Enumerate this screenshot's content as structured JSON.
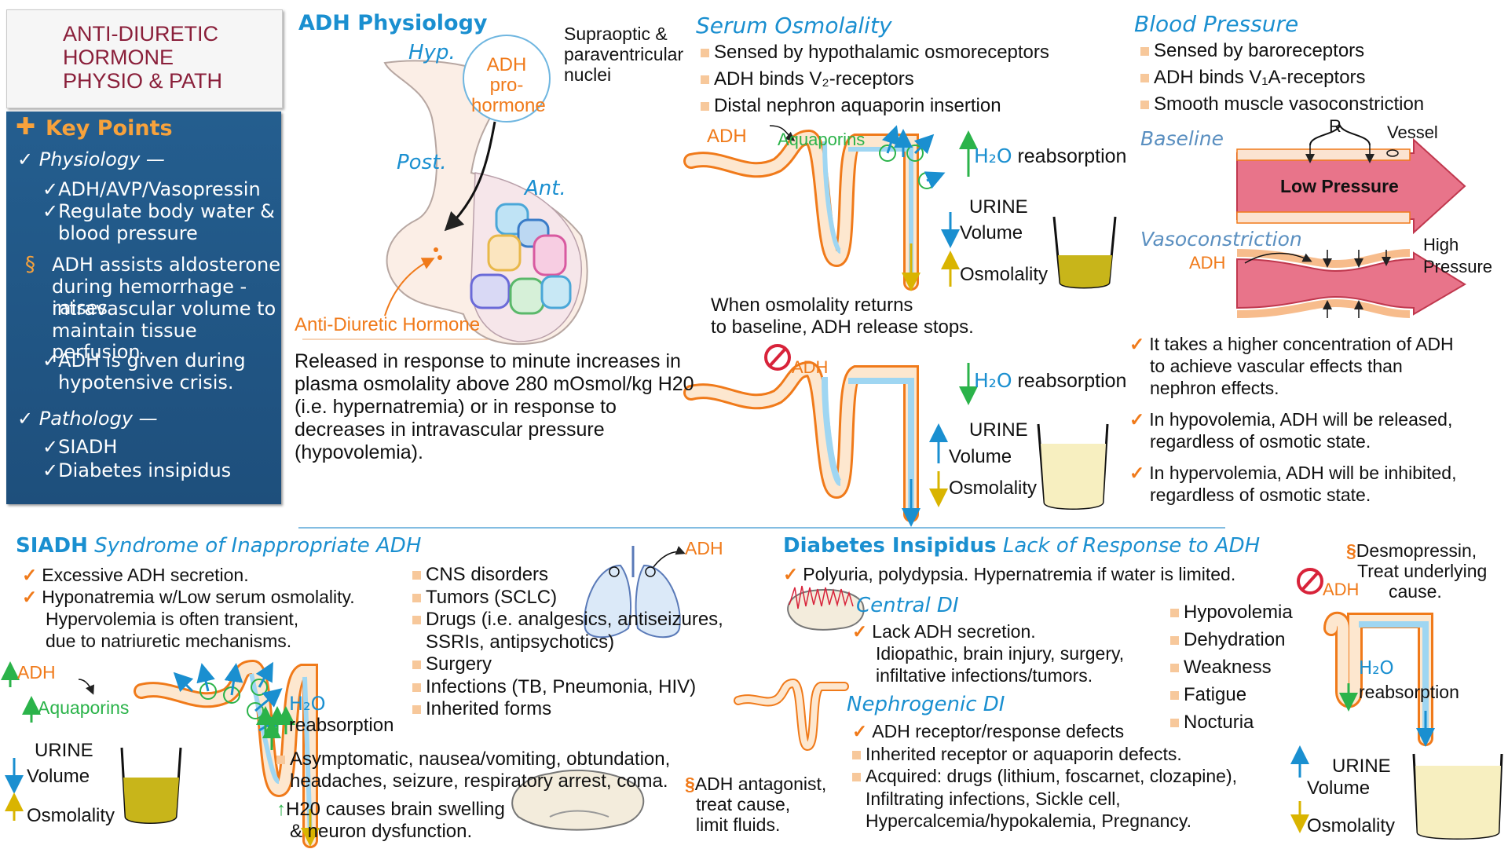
{
  "title": {
    "line1": "ANTI-DIURETIC",
    "line2": "HORMONE",
    "line3": "PHYSIO & PATH"
  },
  "key_points": {
    "heading": "Key Points",
    "physiology": "Physiology —",
    "p1": "ADH/AVP/Vasopressin",
    "p2a": "Regulate body water &",
    "p2b": "blood pressure",
    "p3a": "ADH assists aldosterone",
    "p3b": "during hemorrhage - raises",
    "p3c": "intravascular volume to",
    "p3d": "maintain tissue perfusion.",
    "p4a": "ADH is given during",
    "p4b": "hypotensive crisis.",
    "pathology": "Pathology —",
    "q1": "SIADH",
    "q2": "Diabetes insipidus"
  },
  "physiology": {
    "heading": "ADH Physiology",
    "hyp": "Hyp.",
    "post": "Post.",
    "ant": "Ant.",
    "prohormone1": "ADH pro-",
    "prohormone2": "hormone",
    "nuclei1": "Supraoptic &",
    "nuclei2": "paraventricular",
    "nuclei3": "nuclei",
    "adh_label": "Anti-Diuretic Hormone",
    "release1": "Released in response to minute increases in",
    "release2": "plasma osmolality above 280 mOsmol/kg H20",
    "release3": "(i.e. hypernatremia) or in response to",
    "release4": "decreases in intravascular pressure",
    "release5": "(hypovolemia)."
  },
  "serum": {
    "heading": "Serum Osmolality",
    "b1": "Sensed by hypothalamic osmoreceptors",
    "b2": "ADH binds V₂-receptors",
    "b3": "Distal nephron aquaporin insertion",
    "adh": "ADH",
    "aquaporins": "Aquaporins",
    "h2o": "H₂O",
    "reabsorption": "reabsorption",
    "urine": "URINE",
    "volume": "Volume",
    "osmolality": "Osmolality",
    "returns1": "When osmolality returns",
    "returns2": "to baseline, ADH release stops.",
    "adh2": "ADH",
    "h2o2": "H₂O",
    "reabsorption2": "reabsorption",
    "urine2": "URINE",
    "volume2": "Volume",
    "osmolality2": "Osmolality"
  },
  "bp": {
    "heading": "Blood Pressure",
    "b1": "Sensed by baroreceptors",
    "b2": "ADH binds V₁A-receptors",
    "b3": "Smooth muscle vasoconstriction",
    "baseline": "Baseline",
    "r": "R",
    "vessel": "Vessel",
    "low": "Low Pressure",
    "vasoconstriction": "Vasoconstriction",
    "adh": "ADH",
    "high1": "High",
    "high2": "Pressure",
    "n1a": "It takes a higher concentration of ADH",
    "n1b": "to achieve vascular effects than",
    "n1c": "nephron effects.",
    "n2a": "In hypovolemia, ADH will be released,",
    "n2b": "regardless of osmotic state.",
    "n3a": "In hypervolemia, ADH will be inhibited,",
    "n3b": "regardless of osmotic state."
  },
  "siadh": {
    "heading": "SIADH",
    "subheading": "Syndrome of Inappropriate ADH",
    "b1": "Excessive ADH secretion.",
    "b2a": "Hyponatremia w/Low serum osmolality.",
    "b2b": "Hypervolemia is often transient,",
    "b2c": "due to natriuretic mechanisms.",
    "adh": "ADH",
    "aquaporins": "Aquaporins",
    "h2o": "H₂O",
    "reabsorption": "reabsorption",
    "urine": "URINE",
    "volume": "Volume",
    "osmolality": "Osmolality",
    "lung_adh": "ADH",
    "c1": "CNS disorders",
    "c2": "Tumors (SCLC)",
    "c3a": "Drugs (i.e. analgesics, antiseizures,",
    "c3b": "SSRIs, antipsychotics)",
    "c4": "Surgery",
    "c5": "Infections (TB, Pneumonia, HIV)",
    "c6": "Inherited forms",
    "s1a": "Asymptomatic, nausea/vomiting, obtundation,",
    "s1b": "headaches, seizure, respiratory arrest, coma.",
    "s2a": "H20 causes brain swelling",
    "s2b": "& neuron dysfunction.",
    "tx1": "ADH antagonist,",
    "tx2": "treat cause,",
    "tx3": "limit fluids."
  },
  "di": {
    "heading": "Diabetes Insipidus",
    "subheading": "Lack of Response to ADH",
    "b1": "Polyuria, polydypsia. Hypernatremia if water is limited.",
    "central": "Central DI",
    "c1": "Lack ADH secretion.",
    "c2a": "Idiopathic, brain injury, surgery,",
    "c2b": "infiltative infections/tumors.",
    "nephro": "Nephrogenic DI",
    "n1": "ADH receptor/response defects",
    "n2": "Inherited receptor or aquaporin defects.",
    "n3a": "Acquired: drugs (lithium, foscarnet, clozapine),",
    "n3b": "Infiltrating infections, Sickle cell,",
    "n3c": "Hypercalcemia/hypokalemia, Pregnancy.",
    "s1": "Hypovolemia",
    "s2": "Dehydration",
    "s3": "Weakness",
    "s4": "Fatigue",
    "s5": "Nocturia",
    "tx1": "Desmopressin,",
    "tx2": "Treat underlying",
    "tx3": "cause.",
    "adh": "ADH",
    "h2o": "H₂O",
    "reabsorption": "reabsorption",
    "urine": "URINE",
    "volume": "Volume",
    "osmolality": "Osmolality"
  },
  "colors": {
    "blue": "#1a8fd0",
    "orange": "#f07a1a",
    "green": "#2bb34a",
    "panel": "#245e8f",
    "title": "#8a1f3a",
    "urine_dark": "#c8b51a",
    "urine_light": "#f7efc0"
  }
}
